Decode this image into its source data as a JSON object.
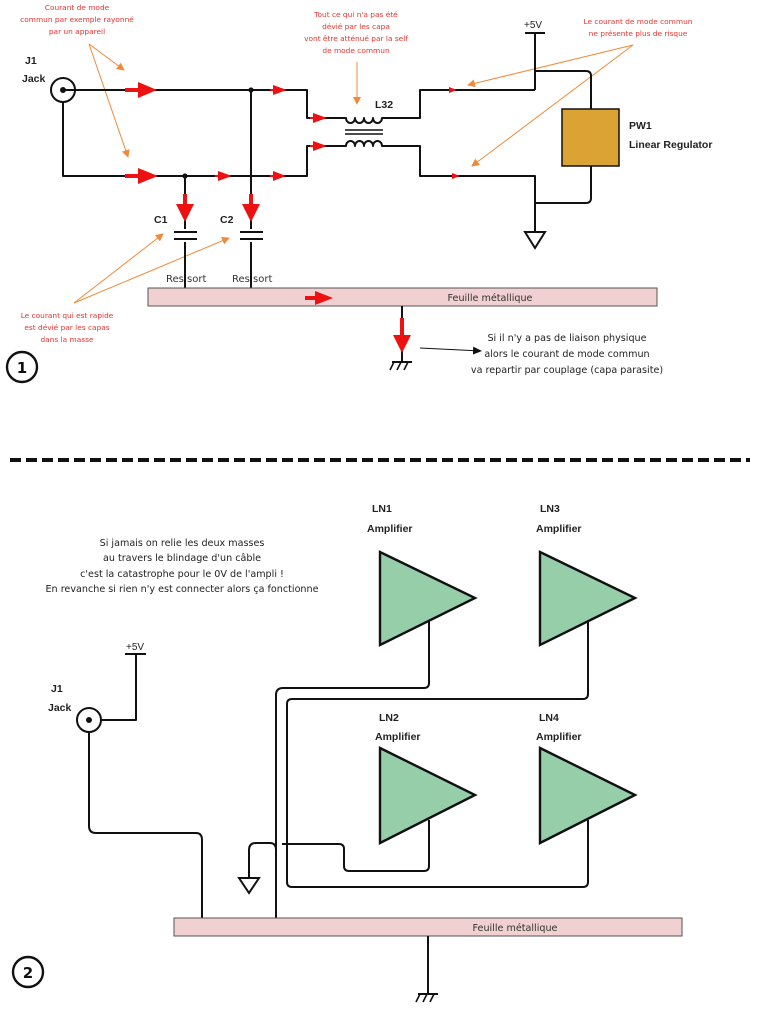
{
  "diagram1": {
    "badge": "1",
    "jack": {
      "ref": "J1",
      "name": "Jack"
    },
    "inductor": {
      "ref": "L32"
    },
    "cap1": {
      "ref": "C1"
    },
    "cap2": {
      "ref": "C2"
    },
    "spring1": "Res sort",
    "spring2": "Res sort",
    "supply": "+5V",
    "regulator": {
      "ref": "PW1",
      "name": "Linear Regulator",
      "color": "#dba234"
    },
    "sheet": {
      "label": "Feuille métallique",
      "color": "#f0d0d0"
    },
    "notes": {
      "common_mode": [
        "Courant de mode",
        "commun par exemple rayonné",
        "par un appareil"
      ],
      "choke": [
        "Tout ce qui n'a pas été",
        "dévié par les capa",
        "vont être atténué par la self",
        "de mode commun"
      ],
      "no_risk": [
        "Le courant de mode commun",
        "ne présente plus de risque"
      ],
      "caps": [
        "Le courant qui est rapide",
        "est dévié par les capas",
        "dans la masse"
      ],
      "coupling": [
        "Si il n'y a pas de liaison physique",
        "alors le courant de mode commun",
        "va repartir par couplage (capa parasite)"
      ]
    },
    "colors": {
      "current_arrow": "#ee1111",
      "annotation_arrow": "#f08a3a",
      "note_text": "#e8332e"
    }
  },
  "diagram2": {
    "badge": "2",
    "note": [
      "Si jamais on relie les deux masses",
      "au travers le blindage d'un câble",
      "c'est la catastrophe pour le 0V de l'ampli !",
      "En revanche si rien n'y est connecter alors ça fonctionne"
    ],
    "jack": {
      "ref": "J1",
      "name": "Jack"
    },
    "supply": "+5V",
    "amplifiers": [
      {
        "ref": "LN1",
        "name": "Amplifier"
      },
      {
        "ref": "LN3",
        "name": "Amplifier"
      },
      {
        "ref": "LN2",
        "name": "Amplifier"
      },
      {
        "ref": "LN4",
        "name": "Amplifier"
      }
    ],
    "amp_color": "#96ceaa",
    "sheet": {
      "label": "Feuille métallique",
      "color": "#f0d0d0"
    }
  }
}
